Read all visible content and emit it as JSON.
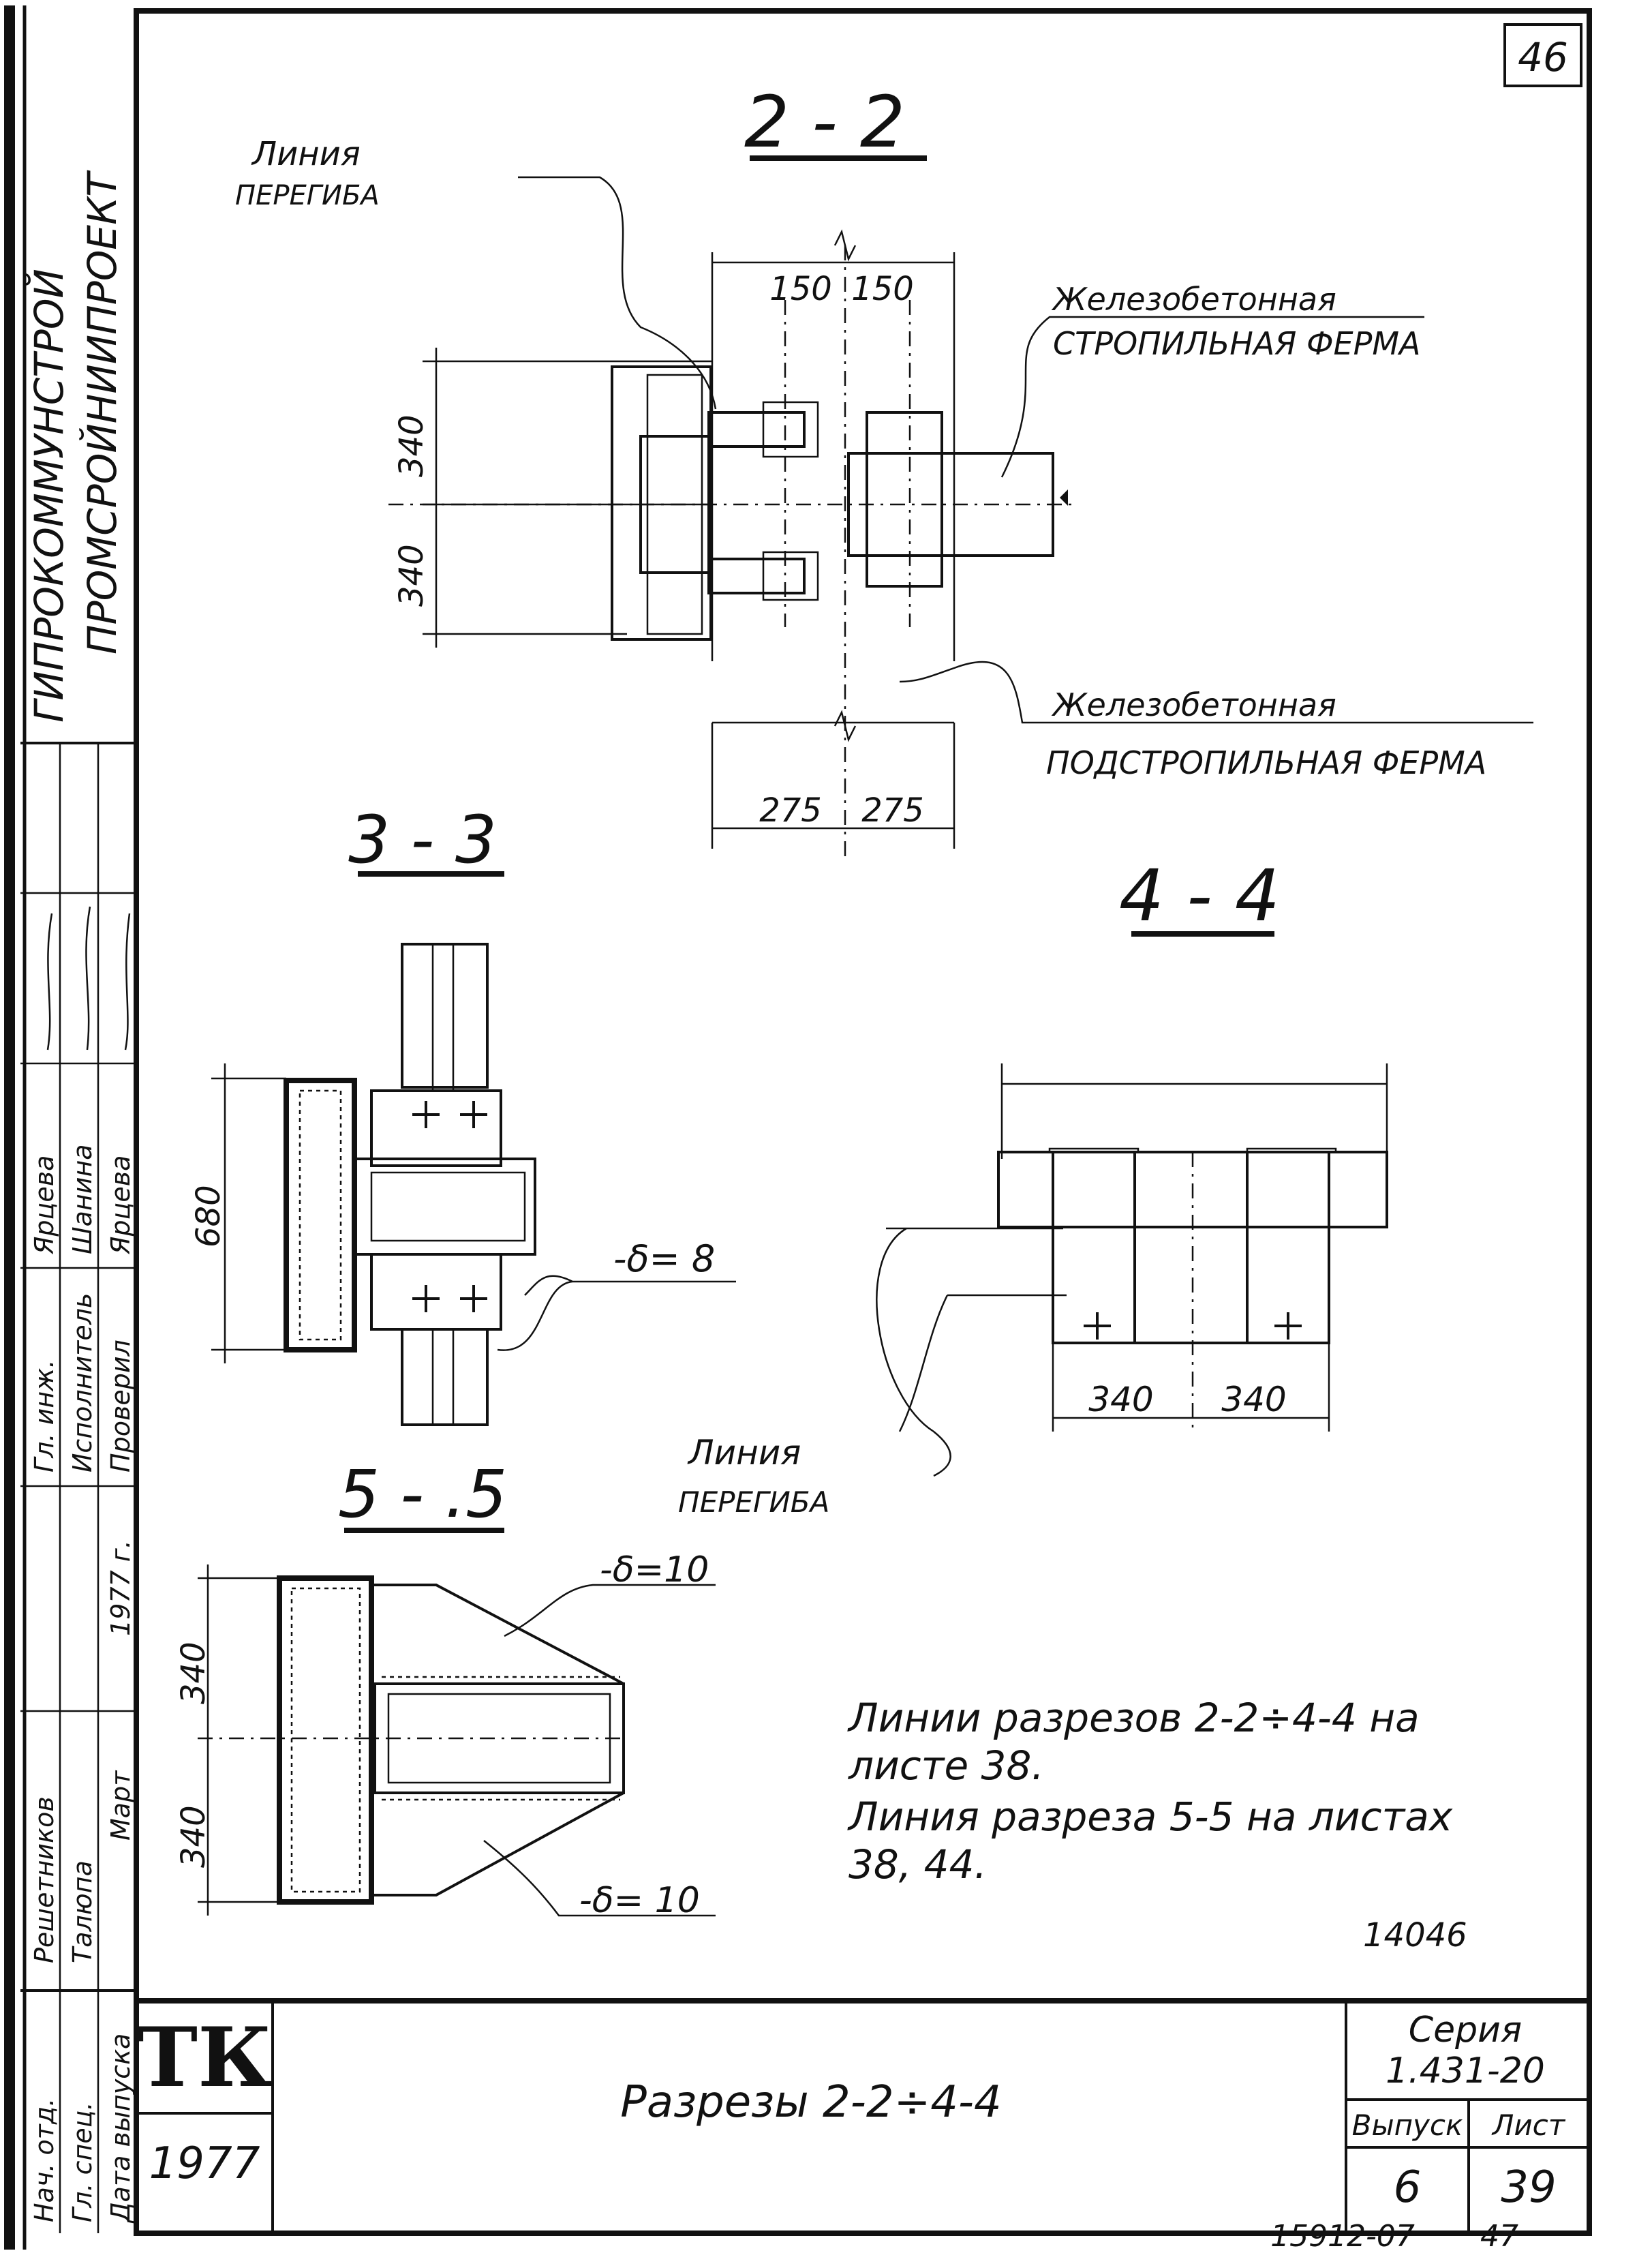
{
  "sheet": {
    "number_top": "46",
    "org_line1": "ГИПРОКОММУНСТРОЙ",
    "org_line2": "ПРОМСРОЙНИИПРОЕКТ",
    "stamp": "14046",
    "bottom_code": "15912-07",
    "bottom_page": "47"
  },
  "sections": {
    "s22": {
      "title": "2 - 2"
    },
    "s33": {
      "title": "3 - 3"
    },
    "s44": {
      "title": "4 - 4"
    },
    "s55": {
      "title": "5 - .5"
    }
  },
  "callouts": {
    "bend_top_1": "Линия",
    "bend_top_2": "ПЕРЕГИБА",
    "rafter_truss_1": "Железобетонная",
    "rafter_truss_2": "СТРОПИЛЬНАЯ ФЕРМА",
    "sub_truss_1": "Железобетонная",
    "sub_truss_2": "ПОДСТРОПИЛЬНАЯ ФЕРМА",
    "bend_mid_1": "Линия",
    "bend_mid_2": "ПЕРЕГИБА",
    "plate_8": "-δ= 8",
    "plate_10_top": "-δ=10",
    "plate_10_bottom": "-δ= 10"
  },
  "dimensions": {
    "d22_top_left": "150",
    "d22_top_right": "150",
    "d22_left_top": "340",
    "d22_left_bottom": "340",
    "d22_bottom_left": "275",
    "d22_bottom_right": "275",
    "d33_height": "680",
    "d44_left": "340",
    "d44_right": "340",
    "d55_top": "340",
    "d55_bottom": "340"
  },
  "notes": {
    "line1": "Линии разрезов 2-2÷4-4 на",
    "line2": "листе 38.",
    "line3": "Линия разреза 5-5 на листах",
    "line4": "38, 44."
  },
  "side_table": {
    "rows": [
      {
        "role": "Нач. отд.",
        "name": "Решетников",
        "signature": ""
      },
      {
        "role": "Гл. спец.",
        "name": "Талюпа",
        "signature": ""
      },
      {
        "role": "Дата выпуска",
        "name": "Март",
        "signature": "1977 г."
      },
      {
        "role": "Гл. инж.",
        "name": "Ярцева",
        "signature": ""
      },
      {
        "role": "Исполнитель",
        "name": "Шанина",
        "signature": ""
      },
      {
        "role": "Проверил",
        "name": "Ярцева",
        "signature": ""
      }
    ]
  },
  "title_block": {
    "logo": "ТК",
    "year": "1977",
    "title": "Разрезы 2-2÷4-4",
    "series_label": "Серия",
    "series_value": "1.431-20",
    "issue_label": "Выпуск",
    "issue_value": "6",
    "sheet_label": "Лист",
    "sheet_value": "39"
  }
}
